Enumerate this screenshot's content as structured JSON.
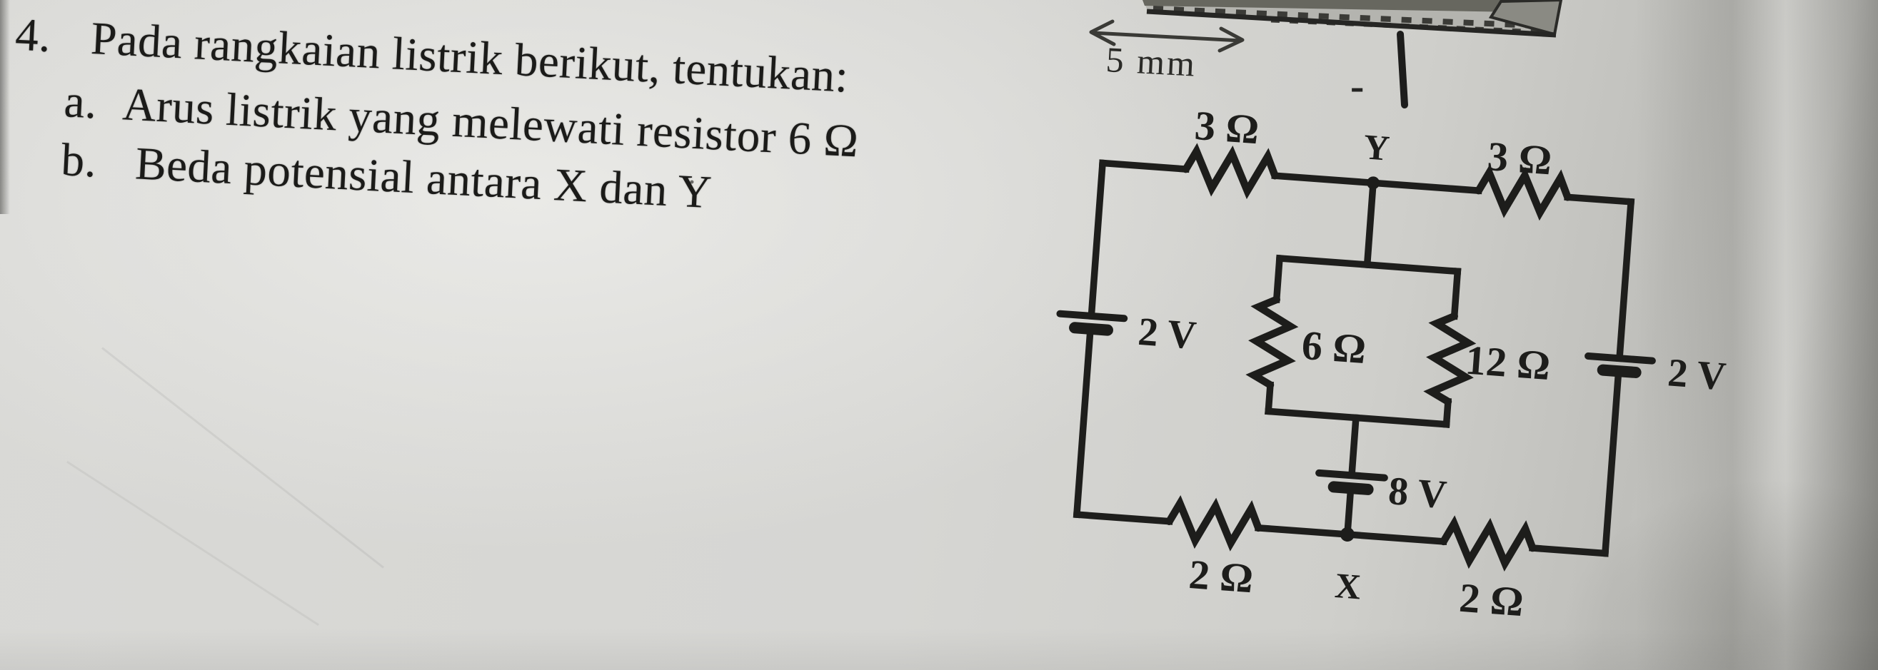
{
  "page": {
    "paper_color": "#d6d6d3",
    "ink_color": "#1e1e1c"
  },
  "problem": {
    "number": "4.",
    "statement": "Pada rangkaian listrik berikut, tentukan:",
    "items": [
      {
        "label": "a.",
        "text": "Arus listrik yang melewati resistor 6 Ω"
      },
      {
        "label": "b.",
        "text": "Beda potensial antara X dan Y"
      }
    ],
    "stray_mark": "·"
  },
  "figure_top": {
    "dimension_label": "5 mm",
    "terminal_sign": "-"
  },
  "circuit": {
    "resistors": {
      "top_left": "3 Ω",
      "top_right": "3 Ω",
      "middle_left": "6 Ω",
      "middle_right": "12 Ω",
      "bottom_left": "2 Ω",
      "bottom_right": "2 Ω"
    },
    "batteries": {
      "left": "2 V",
      "right": "2 V",
      "middle": "8 V"
    },
    "nodes": {
      "top": "Y",
      "bottom": "X"
    }
  }
}
